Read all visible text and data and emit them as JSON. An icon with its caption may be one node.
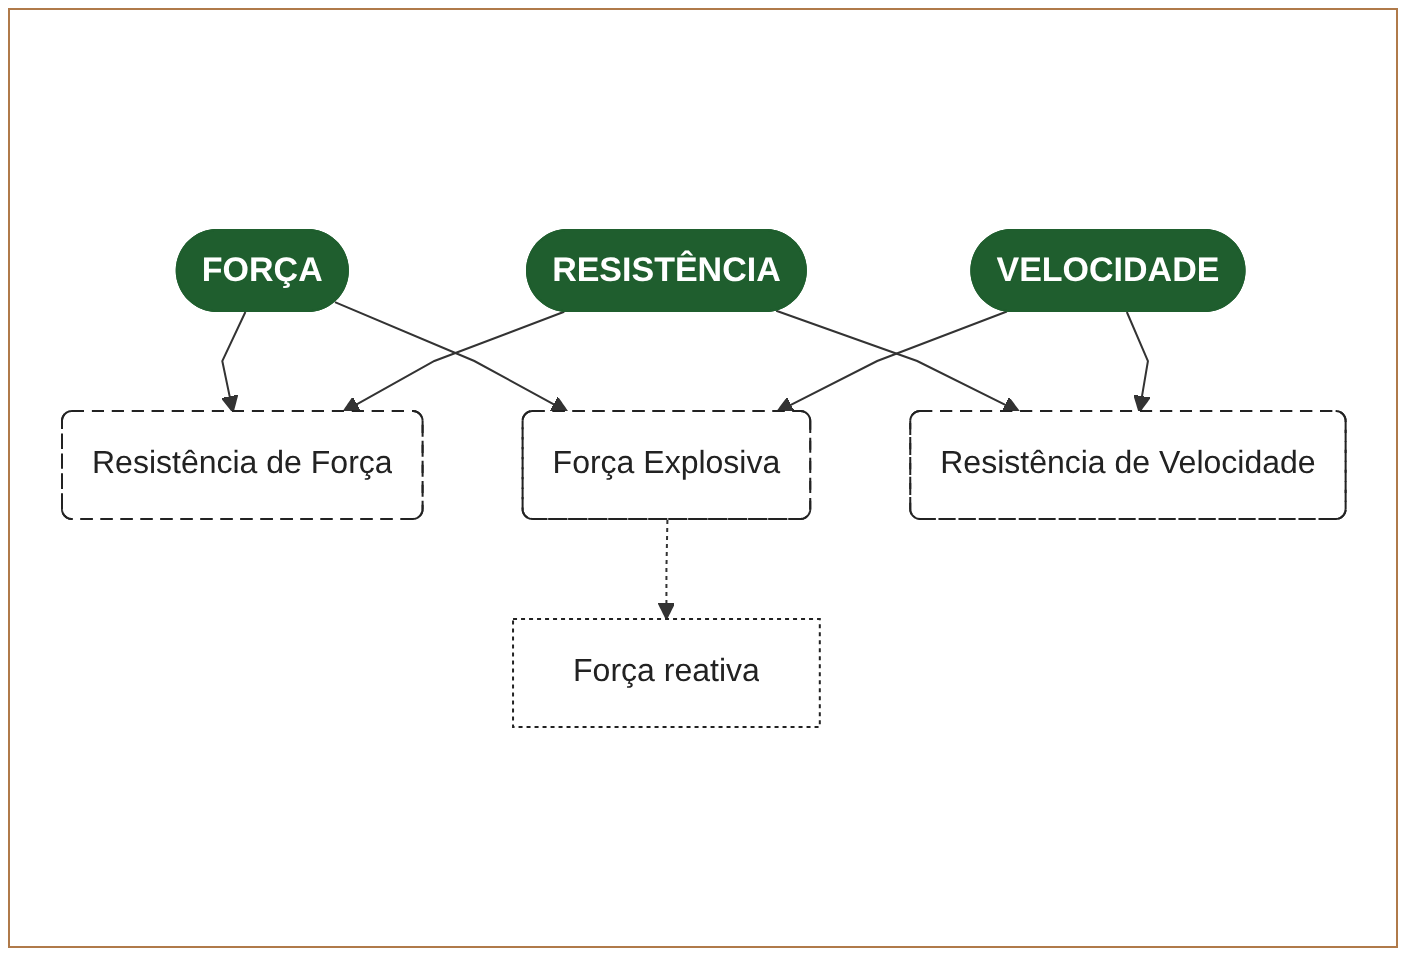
{
  "diagram": {
    "nodes": [
      {
        "text": [
          "FORÇA"
        ]
      },
      {
        "text": [
          "Resistência de Força"
        ]
      },
      {
        "text": [
          "Força Explosiva"
        ]
      },
      {
        "text": [
          "Força reativa"
        ]
      },
      {
        "text": [
          "RESISTÊNCIA"
        ]
      },
      {
        "text": [
          "VELOCIDADE"
        ]
      },
      {
        "text": [
          "Resistência de Velocidade"
        ]
      }
    ],
    "edges": [
      {
        "from": 0,
        "to": 1,
        "arrow": "to"
      },
      {
        "from": 0,
        "to": 2,
        "arrow": "to"
      },
      {
        "from": 2,
        "to": 3,
        "arrow": "to",
        "style": "dashed"
      },
      {
        "from": 4,
        "to": 1,
        "arrow": "to"
      },
      {
        "from": 5,
        "to": 2,
        "arrow": "to"
      },
      {
        "from": 4,
        "to": 6,
        "arrow": "to"
      },
      {
        "from": 5,
        "to": 6,
        "arrow": "to"
      }
    ]
  }
}
